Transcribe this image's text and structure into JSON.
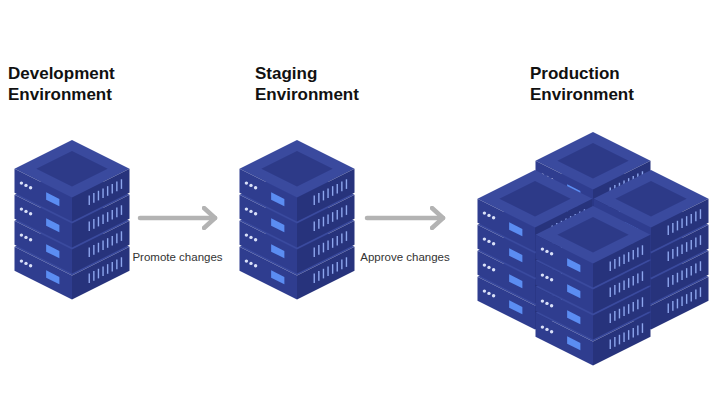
{
  "diagram": {
    "nodes": [
      {
        "text": [
          "Development Environment"
        ]
      },
      {
        "text": [
          "Staging Environment"
        ]
      },
      {
        "text": [
          "Production Environment"
        ]
      }
    ],
    "edges": [
      {
        "from": 0,
        "to": 1,
        "label": "Promote changes",
        "arrow": "to"
      },
      {
        "from": 1,
        "to": 2,
        "label": "Approve changes",
        "arrow": "to"
      }
    ]
  }
}
